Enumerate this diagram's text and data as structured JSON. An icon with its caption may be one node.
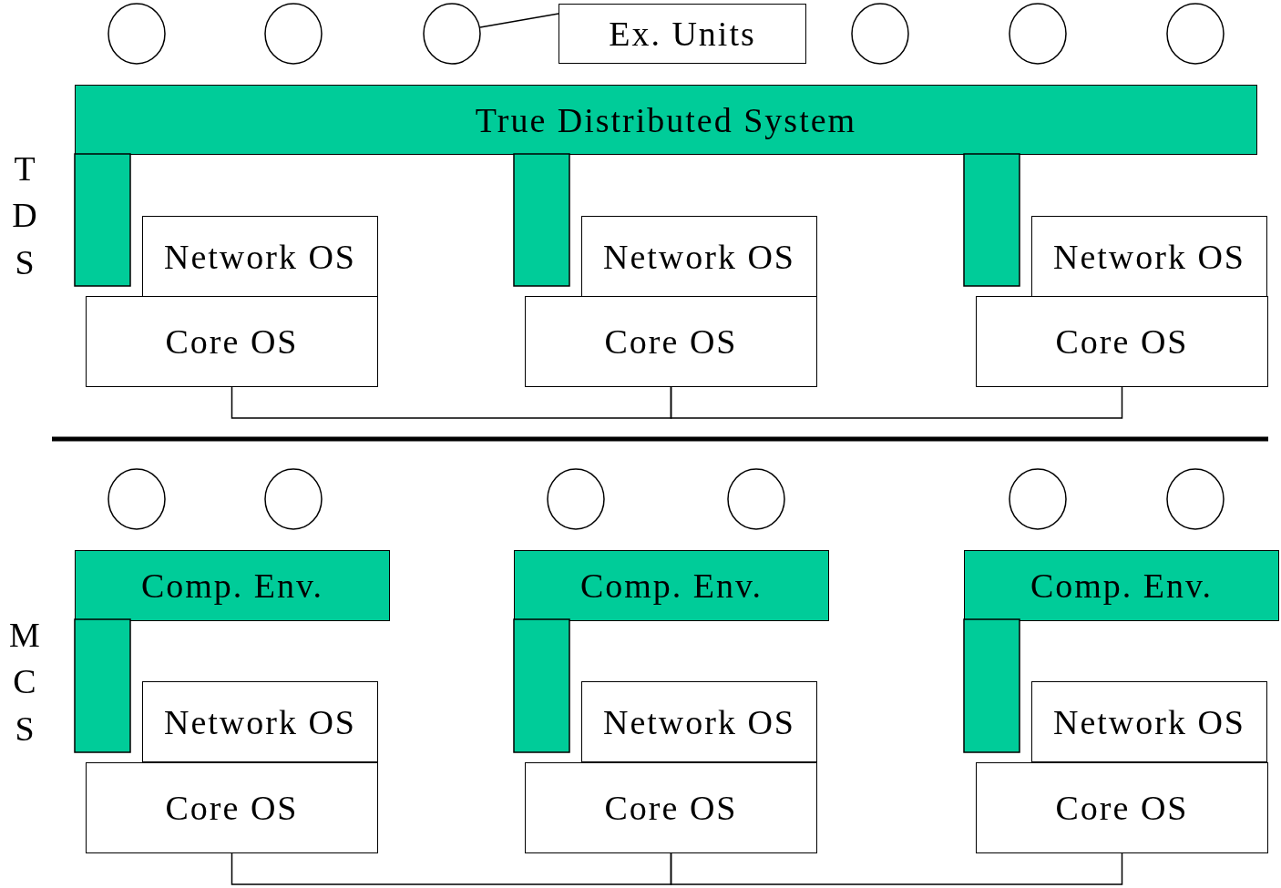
{
  "diagram": {
    "nodes": [
      {
        "text": [],
        "shape": "circle"
      },
      {
        "text": [],
        "shape": "circle"
      },
      {
        "text": [],
        "shape": "circle"
      },
      {
        "text": [
          "Ex. Units"
        ]
      },
      {
        "text": [],
        "shape": "circle"
      },
      {
        "text": [],
        "shape": "circle"
      },
      {
        "text": [],
        "shape": "circle"
      },
      {
        "text": [
          "True Distributed System"
        ]
      },
      {
        "text": [
          "Network OS"
        ]
      },
      {
        "text": [
          "Network OS"
        ]
      },
      {
        "text": [
          "Network OS"
        ]
      },
      {
        "text": [
          "Core OS"
        ]
      },
      {
        "text": [
          "Core OS"
        ]
      },
      {
        "text": [
          "Core OS"
        ]
      },
      {
        "text": [],
        "shape": "circle"
      },
      {
        "text": [],
        "shape": "circle"
      },
      {
        "text": [],
        "shape": "circle"
      },
      {
        "text": [],
        "shape": "circle"
      },
      {
        "text": [],
        "shape": "circle"
      },
      {
        "text": [],
        "shape": "circle"
      },
      {
        "text": [
          "Comp. Env."
        ]
      },
      {
        "text": [
          "Comp. Env."
        ]
      },
      {
        "text": [
          "Comp. Env."
        ]
      },
      {
        "text": [
          "Network OS"
        ]
      },
      {
        "text": [
          "Network OS"
        ]
      },
      {
        "text": [
          "Network OS"
        ]
      },
      {
        "text": [
          "Core OS"
        ]
      },
      {
        "text": [
          "Core OS"
        ]
      },
      {
        "text": [
          "Core OS"
        ]
      },
      {
        "text": [],
        "shape": "bar"
      },
      {
        "text": [],
        "shape": "bar"
      },
      {
        "text": [],
        "shape": "bar"
      },
      {
        "text": [],
        "shape": "bar"
      },
      {
        "text": [],
        "shape": "bar"
      },
      {
        "text": [],
        "shape": "bar"
      }
    ],
    "edges": [
      {
        "from": 3,
        "to": 2,
        "arrow": "none"
      },
      {
        "from": 11,
        "to": 12,
        "arrow": "none"
      },
      {
        "from": 12,
        "to": 13,
        "arrow": "none"
      },
      {
        "from": 26,
        "to": 27,
        "arrow": "none"
      },
      {
        "from": 27,
        "to": 28,
        "arrow": "none"
      }
    ],
    "labels": [
      "TDS",
      "MCS"
    ]
  }
}
